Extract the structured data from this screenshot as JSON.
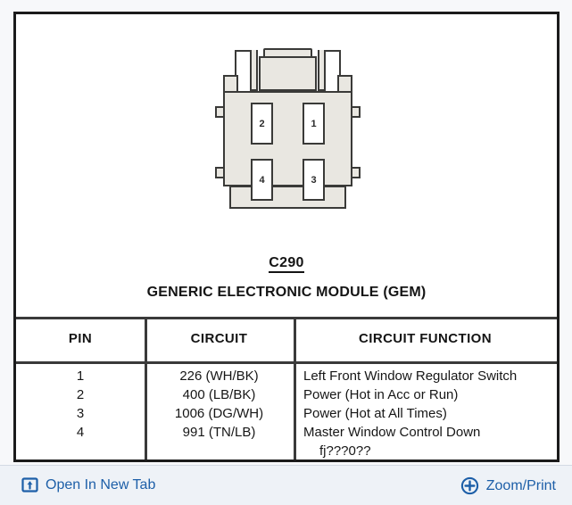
{
  "document": {
    "connector": {
      "code": "C290",
      "title": "GENERIC ELECTRONIC MODULE (GEM)",
      "cavities": [
        {
          "label": "2",
          "position": "top-left"
        },
        {
          "label": "1",
          "position": "top-right"
        },
        {
          "label": "4",
          "position": "bottom-left"
        },
        {
          "label": "3",
          "position": "bottom-right"
        }
      ],
      "body_color": "#e9e7e1",
      "outline_color": "#3a3a38"
    },
    "table": {
      "headers": {
        "pin": "PIN",
        "circuit": "CIRCUIT",
        "function": "CIRCUIT FUNCTION"
      },
      "rows": [
        {
          "pin": "1",
          "circuit": "226 (WH/BK)",
          "function": "Left Front Window Regulator Switch"
        },
        {
          "pin": "2",
          "circuit": "400 (LB/BK)",
          "function": "Power (Hot in Acc or Run)"
        },
        {
          "pin": "3",
          "circuit": "1006 (DG/WH)",
          "function": "Power (Hot at All Times)"
        },
        {
          "pin": "4",
          "circuit": "991 (TN/LB)",
          "function": "Master Window Control Down"
        }
      ],
      "artifact_text": "fj???0??"
    }
  },
  "footer": {
    "open_new_tab": {
      "label": "Open In New Tab",
      "icon": "open-in-new-tab-icon"
    },
    "zoom_print": {
      "label": "Zoom/Print",
      "icon": "plus-circle-icon"
    },
    "link_color": "#1d5fa8",
    "background": "#eef2f7"
  }
}
